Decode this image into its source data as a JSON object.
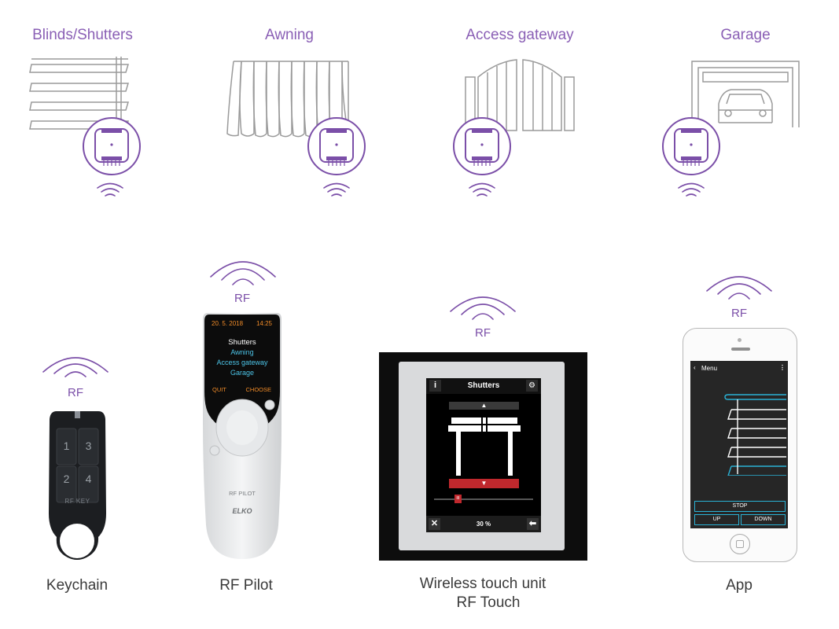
{
  "categories": [
    {
      "label": "Blinds/Shutters",
      "icon": "blinds-icon"
    },
    {
      "label": "Awning",
      "icon": "awning-icon"
    },
    {
      "label": "Access gateway",
      "icon": "gate-icon"
    },
    {
      "label": "Garage",
      "icon": "garage-icon"
    }
  ],
  "rf": "RF",
  "devices": {
    "keychain": {
      "label": "Keychain",
      "buttons": [
        "1",
        "3",
        "2",
        "4"
      ],
      "brand": "RF KEY"
    },
    "pilot": {
      "label": "RF Pilot",
      "date": "20. 5. 2018",
      "time": "14:25",
      "menu": [
        "Shutters",
        "Awning",
        "Access gateway",
        "Garage"
      ],
      "quit": "QUIT",
      "choose": "CHOOSE",
      "model": "RF PILOT",
      "brand": "ELKO"
    },
    "touch": {
      "label_line1": "Wireless touch unit",
      "label_line2": "RF Touch",
      "title": "Shutters",
      "percent": "30 %",
      "slider_value": "III"
    },
    "app": {
      "label": "App",
      "menu": "Menu",
      "stop": "STOP",
      "up": "UP",
      "down": "DOWN"
    }
  },
  "colors": {
    "purple": "#7b4fa8",
    "label_purple": "#8a5fb5",
    "orange": "#f28c28",
    "cyan": "#4cc3e6",
    "red": "#c0282d",
    "app_accent": "#2ab2d6"
  }
}
